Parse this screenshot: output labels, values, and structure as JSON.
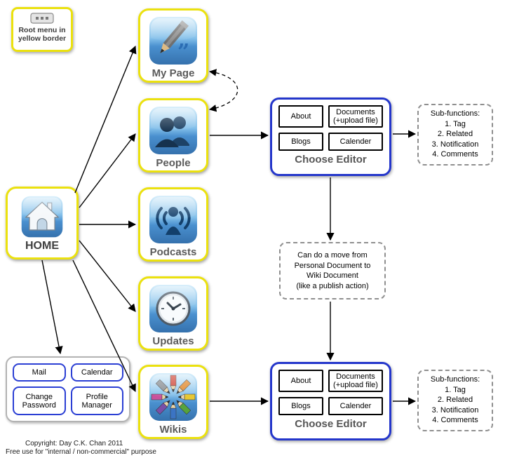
{
  "colors": {
    "root_border_yellow": "#ebe10e",
    "editor_border_blue": "#2436cb",
    "quick_button_blue": "#2b3fd4",
    "icon_blue": "#3f7fbe"
  },
  "legend": {
    "text": "Root menu in\nyellow border",
    "icon": "root-menu-icon"
  },
  "nodes": {
    "home": {
      "label": "HOME",
      "icon": "home-icon"
    },
    "my_page": {
      "label": "My Page",
      "icon": "pencil-icon"
    },
    "people": {
      "label": "People",
      "icon": "people-icon"
    },
    "podcasts": {
      "label": "Podcasts",
      "icon": "podcast-icon"
    },
    "updates": {
      "label": "Updates",
      "icon": "clock-icon"
    },
    "wikis": {
      "label": "Wikis",
      "icon": "color-pencils-icon"
    }
  },
  "editors": [
    {
      "title": "Choose Editor",
      "buttons": [
        "About",
        "Documents\n(+upload file)",
        "Blogs",
        "Calender"
      ]
    },
    {
      "title": "Choose Editor",
      "buttons": [
        "About",
        "Documents\n(+upload file)",
        "Blogs",
        "Calender"
      ]
    }
  ],
  "subfunctions": [
    {
      "title": "Sub-functions:",
      "items": [
        "1. Tag",
        "2. Related",
        "3. Notification",
        "4. Comments"
      ]
    },
    {
      "title": "Sub-functions:",
      "items": [
        "1. Tag",
        "2. Related",
        "3. Notification",
        "4. Comments"
      ]
    }
  ],
  "note": {
    "text": "Can do a move from\nPersonal Document to\nWiki Document\n(like a publish action)"
  },
  "quick_menu": {
    "buttons": [
      "Mail",
      "Calendar",
      "Change\nPassword",
      "Profile\nManager"
    ]
  },
  "footer": {
    "line1": "Copyright: Day C.K. Chan 2011",
    "line2": "Free use for \"internal / non-commercial\" purpose"
  }
}
